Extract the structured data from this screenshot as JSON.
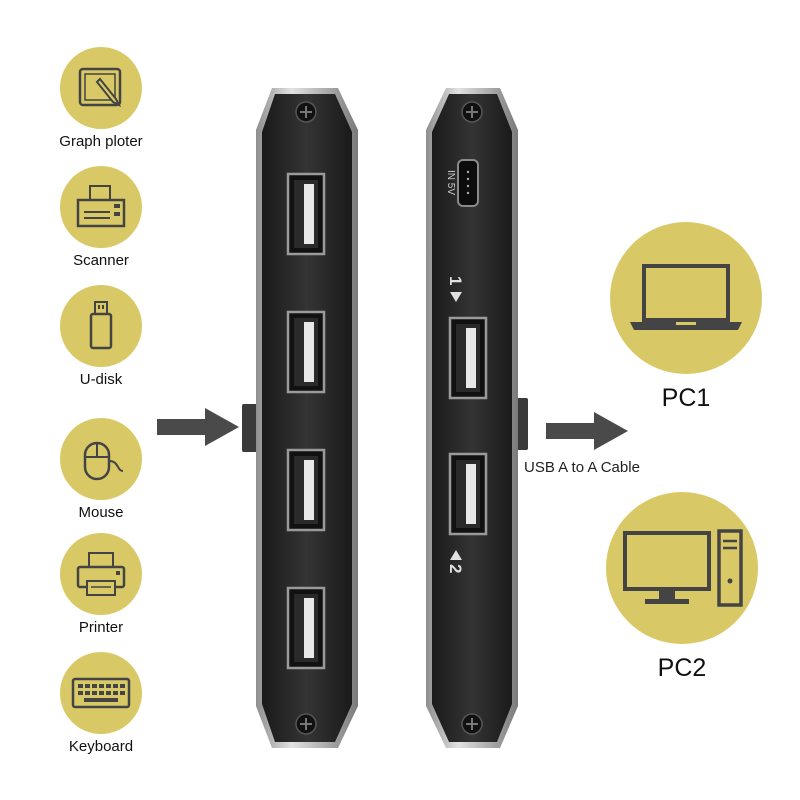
{
  "colors": {
    "accent": "#d9c866",
    "panel": "#2a2a2a",
    "frame": "#b4b4b4",
    "icon": "#444444"
  },
  "devices": [
    {
      "label": "Graph ploter",
      "icon": "tablet-pen-icon"
    },
    {
      "label": "Scanner",
      "icon": "scanner-icon"
    },
    {
      "label": "U-disk",
      "icon": "usb-drive-icon"
    },
    {
      "label": "Mouse",
      "icon": "mouse-icon"
    },
    {
      "label": "Printer",
      "icon": "printer-icon"
    },
    {
      "label": "Keyboard",
      "icon": "keyboard-icon"
    }
  ],
  "front_panel": {
    "usb_ports": 4
  },
  "back_panel": {
    "power_label": "IN 5V",
    "port1_label": "1",
    "port2_label": "2"
  },
  "cable_label": "USB A to A Cable",
  "pcs": [
    {
      "label": "PC1",
      "icon": "laptop-icon"
    },
    {
      "label": "PC2",
      "icon": "desktop-computer-icon"
    }
  ]
}
